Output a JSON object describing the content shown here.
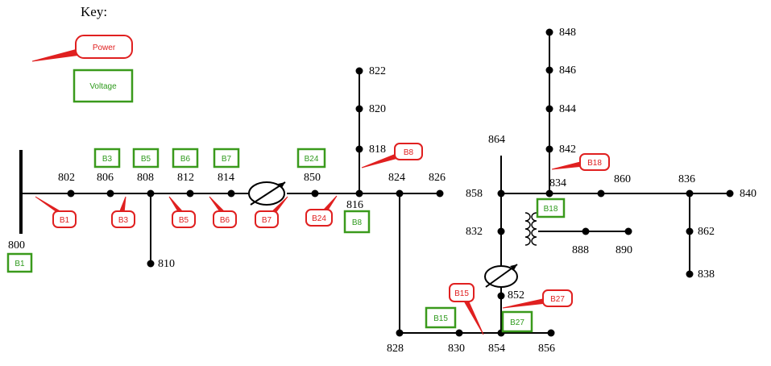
{
  "key": {
    "title": "Key:",
    "power_label": "Power",
    "voltage_label": "Voltage"
  },
  "colors": {
    "power": "#e02020",
    "voltage": "#2e9a1c",
    "line": "#000000"
  },
  "node_labels": {
    "n800": "800",
    "n802": "802",
    "n806": "806",
    "n808": "808",
    "n810": "810",
    "n812": "812",
    "n814": "814",
    "n850": "850",
    "n816": "816",
    "n818": "818",
    "n820": "820",
    "n822": "822",
    "n824": "824",
    "n826": "826",
    "n828": "828",
    "n830": "830",
    "n854": "854",
    "n856": "856",
    "n852": "852",
    "n832": "832",
    "n858": "858",
    "n864": "864",
    "n834": "834",
    "n842": "842",
    "n844": "844",
    "n846": "846",
    "n848": "848",
    "n860": "860",
    "n836": "836",
    "n840": "840",
    "n862": "862",
    "n838": "838",
    "n888": "888",
    "n890": "890"
  },
  "power_meters": {
    "B1": "B1",
    "B3": "B3",
    "B5": "B5",
    "B6": "B6",
    "B7": "B7",
    "B24": "B24",
    "B8": "B8",
    "B18": "B18",
    "B15": "B15",
    "B27": "B27"
  },
  "voltage_meters": {
    "B1": "B1",
    "B3": "B3",
    "B5": "B5",
    "B6": "B6",
    "B7": "B7",
    "B24": "B24",
    "B8": "B8",
    "B18": "B18",
    "B15": "B15",
    "B27": "B27"
  }
}
